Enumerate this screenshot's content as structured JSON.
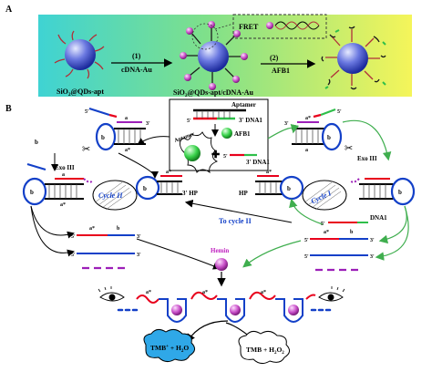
{
  "panel_a": {
    "letter": "A",
    "step1": "(1)",
    "step1_reagent": "cDNA-Au",
    "step2": "(2)",
    "step2_reagent": "AFB1",
    "fret": "FRET",
    "np1_label_main": "SiO",
    "np1_sub": "2",
    "np1_label_rest": "@QDs-apt",
    "np2_label_main": "SiO",
    "np2_sub": "2",
    "np2_label_rest": "@QDs-apt/cDNA-Au"
  },
  "panel_b": {
    "letter": "B",
    "aptamer": "Aptamer",
    "dna1": "DNA1",
    "dna1_b": "DNA1",
    "dna1_c": "DNA1",
    "afb1": "AFB1",
    "aptamer_small": "Aptamer",
    "exo_left": "Exo III",
    "exo_right": "Exo III",
    "cycle2": "Cycle II",
    "cycle1": "Cycle I",
    "hp_left": "HP",
    "hp_right": "HP",
    "to_cycle2": "To cycle II",
    "hemin": "Hemin",
    "tmb_ox": "TMB",
    "tmb_ox_sup": "+",
    "tmb_ox_plus": " + H",
    "tmb_ox_sub": "2",
    "tmb_ox_end": "O",
    "tmb": "TMB + H",
    "tmb_sub1": "2",
    "tmb_mid": "O",
    "tmb_sub2": "2",
    "a": "a",
    "astar": "a*",
    "b": "b",
    "three": "3'",
    "five": "5'"
  },
  "colors": {
    "panel_bg_left": "#3fd3d3",
    "panel_bg_right": "#f5f55a",
    "red": "#e8001c",
    "blue": "#1340c8",
    "purple": "#9c1fb8",
    "green": "#2fbf4a",
    "arrow_green": "#3fae4e",
    "magenta": "#c020c0"
  }
}
